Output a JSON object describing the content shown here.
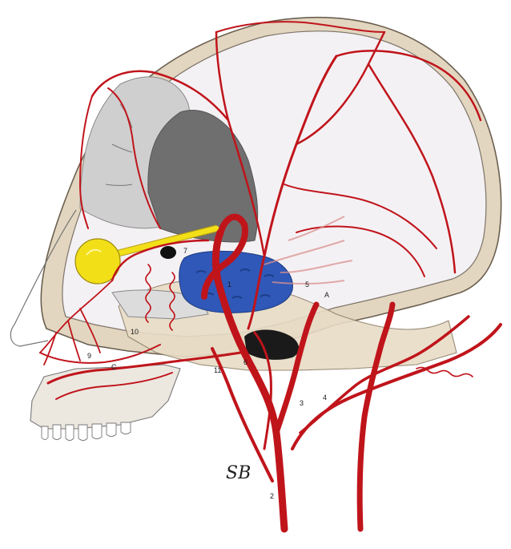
{
  "figure": {
    "labels": [
      {
        "id": "label-1",
        "text": "1"
      },
      {
        "id": "label-2",
        "text": "2"
      },
      {
        "id": "label-3",
        "text": "3"
      },
      {
        "id": "label-4",
        "text": "4"
      },
      {
        "id": "label-5",
        "text": "5"
      },
      {
        "id": "label-6",
        "text": "6"
      },
      {
        "id": "label-7",
        "text": "7"
      },
      {
        "id": "label-9",
        "text": "9"
      },
      {
        "id": "label-10",
        "text": "10"
      },
      {
        "id": "label-11",
        "text": "11"
      },
      {
        "id": "label-A",
        "text": "A"
      },
      {
        "id": "label-C",
        "text": "C"
      }
    ],
    "signature": "SB",
    "colors": {
      "artery": "#c0141b",
      "artery_dark": "#7a0c10",
      "skull_outline": "#e2d6c0",
      "skull_interior": "#f4f1f4",
      "orbit_shade": "#cfcfcf",
      "orbit_dark": "#6f6f6f",
      "sinus_blue": "#2f58b8",
      "nerve_yellow": "#f2df18",
      "bone_tan": "#e8dcc6"
    }
  }
}
